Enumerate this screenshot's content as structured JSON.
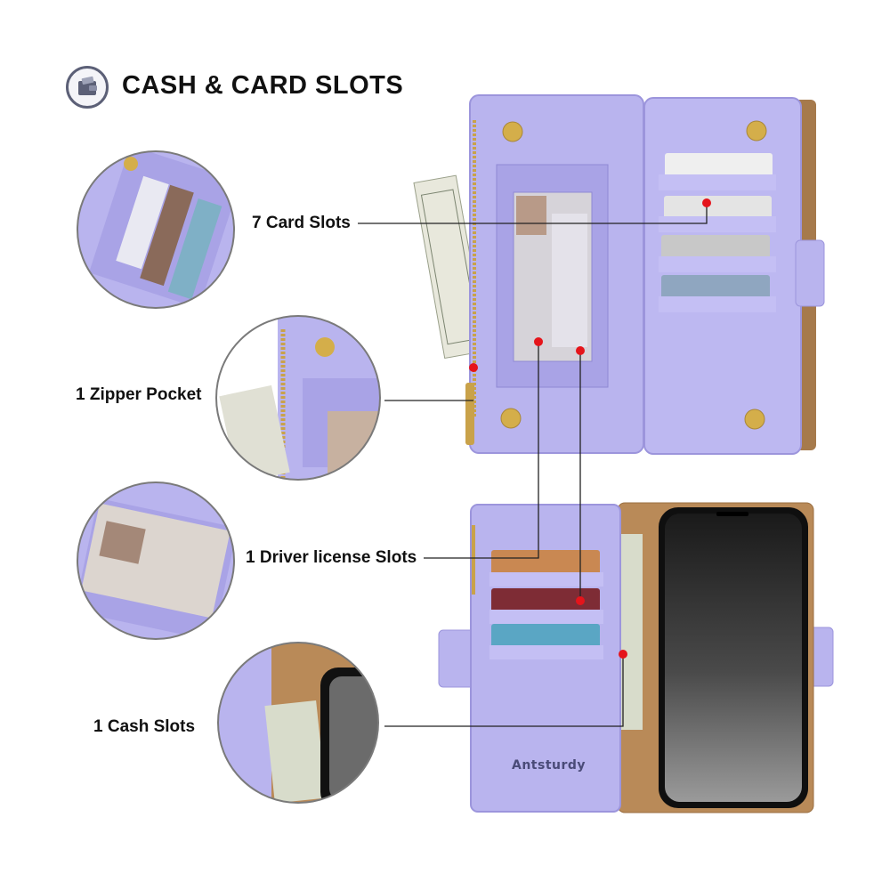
{
  "header": {
    "title": "CASH & CARD SLOTS",
    "icon": "wallet-icon"
  },
  "features": [
    {
      "label": "7 Card Slots"
    },
    {
      "label": "1 Zipper Pocket"
    },
    {
      "label": "1 Driver license Slots"
    },
    {
      "label": "1 Cash Slots"
    }
  ],
  "product": {
    "brand": "Antsturdy",
    "colors": {
      "case": "#b9b4ee",
      "case_dark": "#9c95dc",
      "interior": "#b98a58",
      "snap": "#d4ae4a",
      "dot": "#e5141b"
    }
  }
}
